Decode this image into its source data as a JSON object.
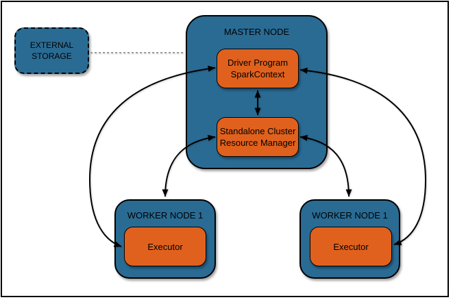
{
  "colors": {
    "node_fill": "#2a6b93",
    "process_fill": "#e0611d",
    "outline": "#000000",
    "dashed_link": "#9a9a9a",
    "background": "#ffffff"
  },
  "nodes": {
    "external_storage": {
      "line1": "EXTERNAL",
      "line2": "STORAGE"
    },
    "master_node": {
      "title": "MASTER NODE"
    },
    "driver_program": {
      "line1": "Driver Program",
      "line2": "SparkContext"
    },
    "resource_manager": {
      "line1": "Standalone Cluster",
      "line2": "Resource Manager"
    },
    "worker_node_left": {
      "title": "WORKER NODE 1"
    },
    "executor_left": {
      "label": "Executor"
    },
    "worker_node_right": {
      "title": "WORKER NODE 1"
    },
    "executor_right": {
      "label": "Executor"
    }
  },
  "edges": [
    {
      "from": "external_storage",
      "to": "master_node",
      "style": "dashed",
      "arrows": "none"
    },
    {
      "from": "driver_program",
      "to": "resource_manager",
      "style": "solid",
      "arrows": "both"
    },
    {
      "from": "driver_program",
      "to": "executor_left",
      "style": "solid",
      "arrows": "both"
    },
    {
      "from": "driver_program",
      "to": "executor_right",
      "style": "solid",
      "arrows": "both"
    },
    {
      "from": "resource_manager",
      "to": "worker_node_left",
      "style": "solid",
      "arrows": "both"
    },
    {
      "from": "resource_manager",
      "to": "worker_node_right",
      "style": "solid",
      "arrows": "both"
    }
  ]
}
